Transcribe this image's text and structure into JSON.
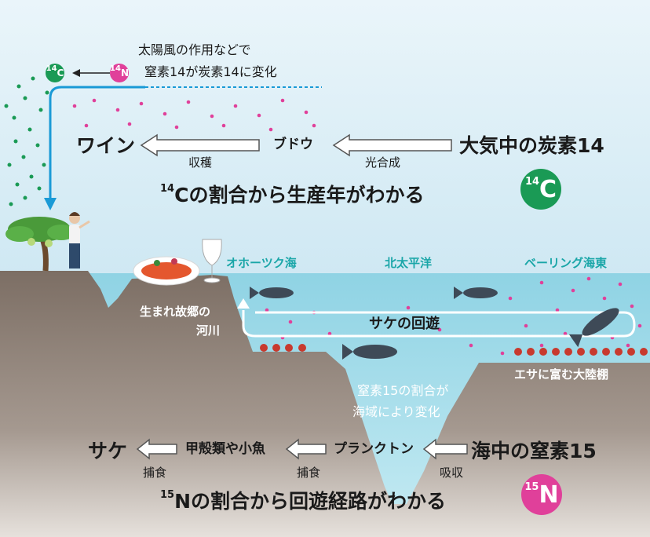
{
  "top_note": {
    "line1": "太陽風の作用などで",
    "line2": "窒素14が炭素14に変化"
  },
  "small_badges": {
    "c14": {
      "mass": "14",
      "symbol": "C",
      "color": "#1a9a55"
    },
    "n14": {
      "mass": "14",
      "symbol": "N",
      "color": "#e0409a"
    }
  },
  "carbon_flow": {
    "source": "大気中の炭素14",
    "middle": "ブドウ",
    "result": "ワイン",
    "arrow1_label": "光合成",
    "arrow2_label": "収穫",
    "conclusion_sup": "14",
    "conclusion_text": "Cの割合から生産年がわかる",
    "badge": {
      "mass": "14",
      "symbol": "C",
      "color": "#1a9a55"
    }
  },
  "regions": {
    "okhotsk": "オホーツク海",
    "pacific": "北太平洋",
    "bering": "ベーリング海東",
    "river_line1": "生まれ故郷の",
    "river_line2": "河川",
    "migration": "サケの回遊",
    "shelf": "エサに富む大陸棚",
    "nitrogen_note_line1": "窒素15の割合が",
    "nitrogen_note_line2": "海域により変化"
  },
  "nitrogen_flow": {
    "source": "海中の窒素15",
    "middle1": "プランクトン",
    "middle2": "甲殻類や小魚",
    "result": "サケ",
    "arrow1_label": "吸収",
    "arrow2_label": "捕食",
    "arrow3_label": "捕食",
    "conclusion_sup": "15",
    "conclusion_text": "Nの割合から回遊経路がわかる",
    "badge": {
      "mass": "15",
      "symbol": "N",
      "color": "#e0409a"
    }
  },
  "colors": {
    "sky": "#cfe8f4",
    "sea": "#9fd8e6",
    "ground": "#8a7b70",
    "teal_label": "#1aa6a8",
    "arrow_blue": "#1a9ad6",
    "c14_green": "#1a9a55",
    "n15_pink": "#e0409a"
  }
}
